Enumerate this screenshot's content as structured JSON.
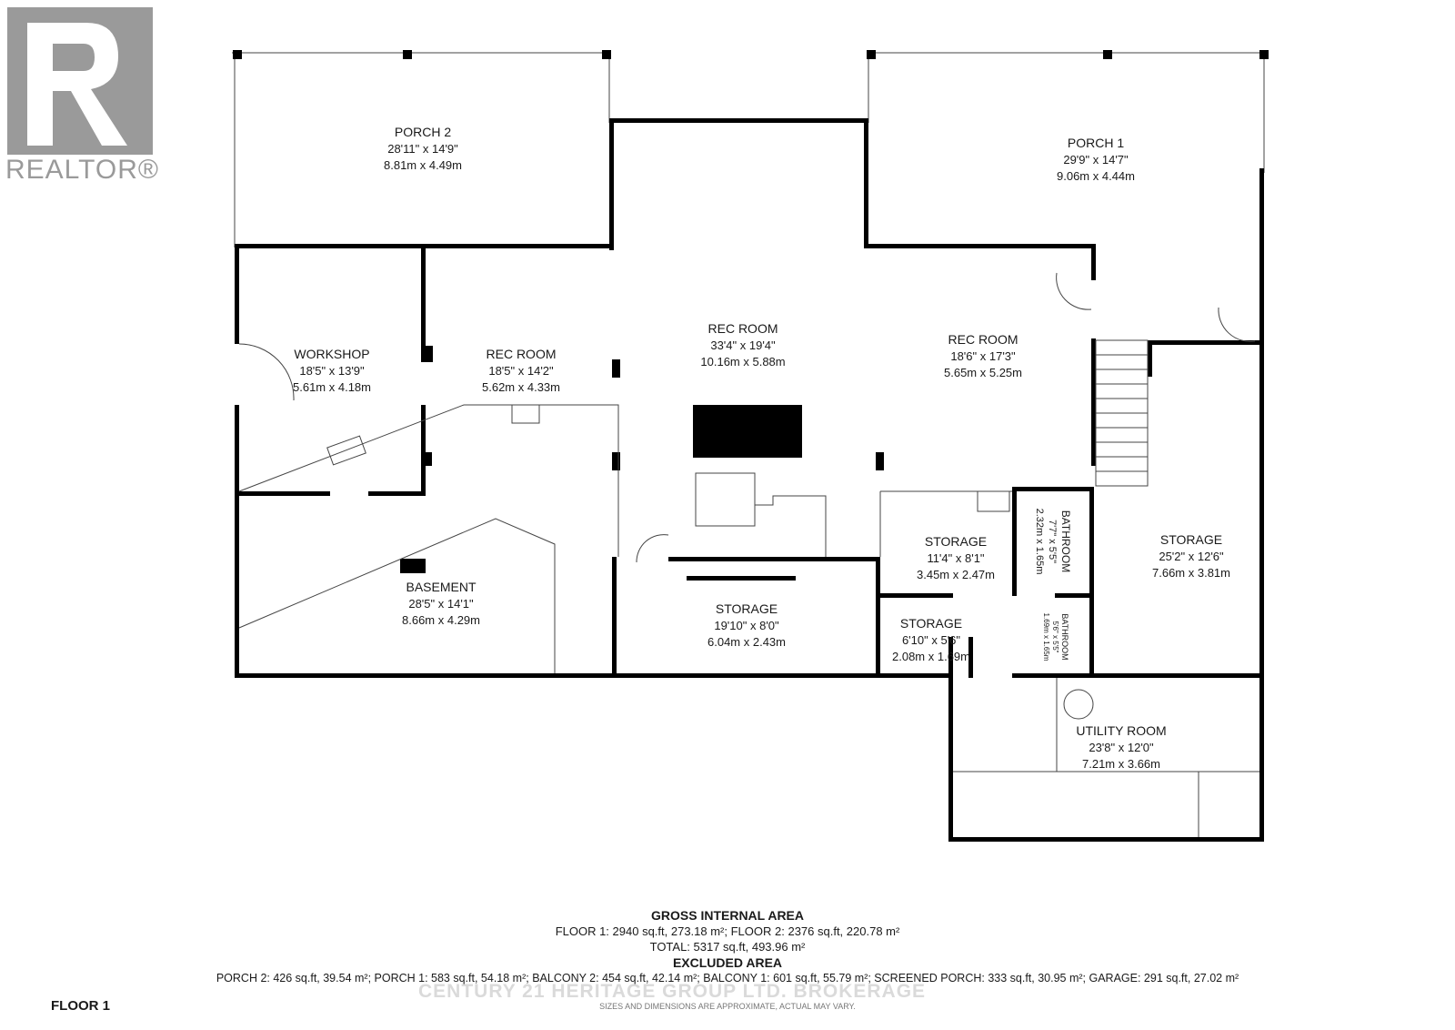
{
  "logo": {
    "text": "REALTOR®"
  },
  "rooms": [
    {
      "name": "PORCH 2",
      "imperial": "28'11\" x 14'9\"",
      "metric": "8.81m x 4.49m"
    },
    {
      "name": "PORCH 1",
      "imperial": "29'9\" x 14'7\"",
      "metric": "9.06m x 4.44m"
    },
    {
      "name": "REC ROOM",
      "imperial": "33'4\" x 19'4\"",
      "metric": "10.16m x 5.88m"
    },
    {
      "name": "REC ROOM",
      "imperial": "18'6\" x 17'3\"",
      "metric": "5.65m x 5.25m"
    },
    {
      "name": "REC ROOM",
      "imperial": "18'5\" x 14'2\"",
      "metric": "5.62m x 4.33m"
    },
    {
      "name": "WORKSHOP",
      "imperial": "18'5\" x 13'9\"",
      "metric": "5.61m x 4.18m"
    },
    {
      "name": "BASEMENT",
      "imperial": "28'5\" x 14'1\"",
      "metric": "8.66m x 4.29m"
    },
    {
      "name": "STORAGE",
      "imperial": "19'10\" x 8'0\"",
      "metric": "6.04m x 2.43m"
    },
    {
      "name": "STORAGE",
      "imperial": "11'4\" x 8'1\"",
      "metric": "3.45m x 2.47m"
    },
    {
      "name": "STORAGE",
      "imperial": "6'10\" x 5'6\"",
      "metric": "2.08m x 1.69m"
    },
    {
      "name": "BATHROOM",
      "imperial": "7'7\" x 5'5\"",
      "metric": "2.32m x 1.65m"
    },
    {
      "name": "BATHROOM",
      "imperial": "5'6\" x 5'5\"",
      "metric": "1.69m x 1.65m"
    },
    {
      "name": "STORAGE",
      "imperial": "25'2\" x 12'6\"",
      "metric": "7.66m x 3.81m"
    },
    {
      "name": "UTILITY ROOM",
      "imperial": "23'8\" x 12'0\"",
      "metric": "7.21m x 3.66m"
    }
  ],
  "footer": {
    "gross_title": "GROSS INTERNAL AREA",
    "gross_line": "FLOOR 1: 2940 sq.ft, 273.18 m²; FLOOR 2: 2376 sq.ft, 220.78 m²",
    "total_line": "TOTAL: 5317 sq.ft, 493.96 m²",
    "excluded_title": "EXCLUDED AREA",
    "excluded_line": "PORCH 2: 426 sq.ft, 39.54 m²; PORCH 1: 583 sq.ft, 54.18 m²; BALCONY 2: 454 sq.ft, 42.14 m²; BALCONY 1: 601 sq.ft, 55.79 m²; SCREENED PORCH: 333 sq.ft, 30.95 m²; GARAGE: 291 sq.ft, 27.02 m²",
    "disclaimer": "SIZES AND DIMENSIONS ARE APPROXIMATE, ACTUAL MAY VARY.",
    "floor_label": "FLOOR 1",
    "watermark": "CENTURY 21 HERITAGE GROUP LTD. BROKERAGE"
  }
}
